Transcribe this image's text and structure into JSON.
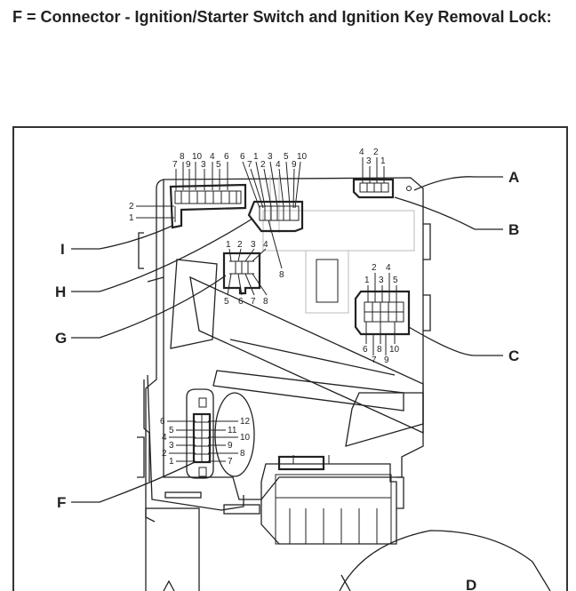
{
  "page": {
    "title": "F = Connector - Ignition/Starter Switch and Ignition Key Removal Lock:"
  },
  "diagram": {
    "callouts": {
      "A": "A",
      "B": "B",
      "C": "C",
      "D": "D",
      "F": "F",
      "G": "G",
      "H": "H",
      "I": "I"
    },
    "pins": {
      "i_top_row1": [
        "8",
        "10",
        "4",
        "6"
      ],
      "i_top_row2": [
        "7",
        "9",
        "3",
        "5"
      ],
      "i_side": [
        "2",
        "1"
      ],
      "h_top_row1": [
        "6",
        "1",
        "3",
        "5",
        "10"
      ],
      "h_top_row2": [
        "7",
        "2",
        "4",
        "9"
      ],
      "h_side": "8",
      "a_top_row1": [
        "4",
        "2"
      ],
      "a_top_row2": [
        "3",
        "1"
      ],
      "g_top": [
        "1",
        "2",
        "3",
        "4"
      ],
      "g_bottom": [
        "5",
        "6",
        "7",
        "8"
      ],
      "c_top_row1": [
        "2",
        "4"
      ],
      "c_top_row2": [
        "1",
        "3",
        "5"
      ],
      "c_bottom_row1": [
        "6",
        "8",
        "10"
      ],
      "c_bottom_row2": [
        "7",
        "9"
      ],
      "f_left": [
        "6",
        "5",
        "4",
        "3",
        "2",
        "1"
      ],
      "f_right": [
        "12",
        "11",
        "10",
        "9",
        "8",
        "7"
      ]
    }
  }
}
